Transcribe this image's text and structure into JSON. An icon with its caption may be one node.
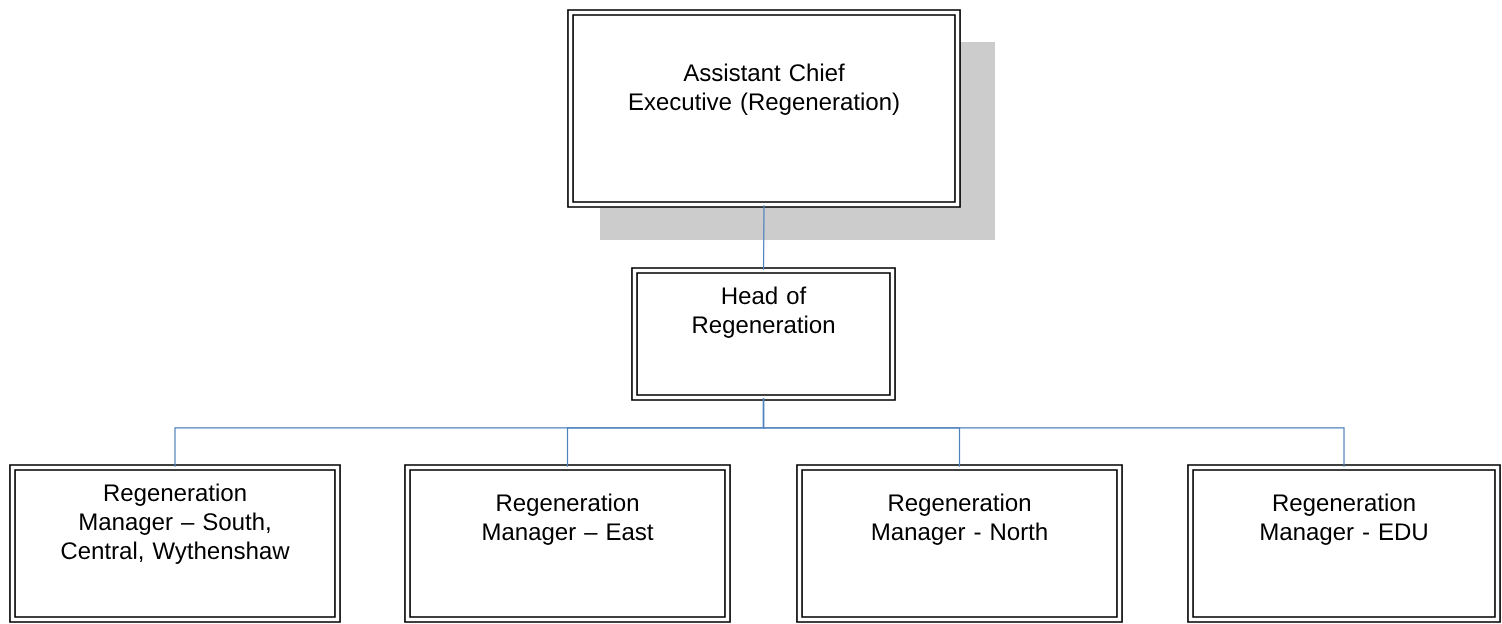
{
  "diagram": {
    "nodes": [
      {
        "text": [
          "Assistant Chief Executive (Regeneration)"
        ]
      },
      {
        "text": [
          "Head of Regeneration"
        ]
      },
      {
        "text": [
          "Regeneration Manager – South, Central, Wythenshaw"
        ]
      },
      {
        "text": [
          "Regeneration Manager – East"
        ]
      },
      {
        "text": [
          "Regeneration Manager - North"
        ]
      },
      {
        "text": [
          "Regeneration Manager - EDU"
        ]
      }
    ],
    "edges": [
      {
        "from": 0,
        "to": 1,
        "arrow": "none"
      },
      {
        "from": 1,
        "to": 2,
        "arrow": "none"
      },
      {
        "from": 1,
        "to": 3,
        "arrow": "none"
      },
      {
        "from": 1,
        "to": 4,
        "arrow": "none"
      },
      {
        "from": 1,
        "to": 5,
        "arrow": "none"
      }
    ]
  }
}
